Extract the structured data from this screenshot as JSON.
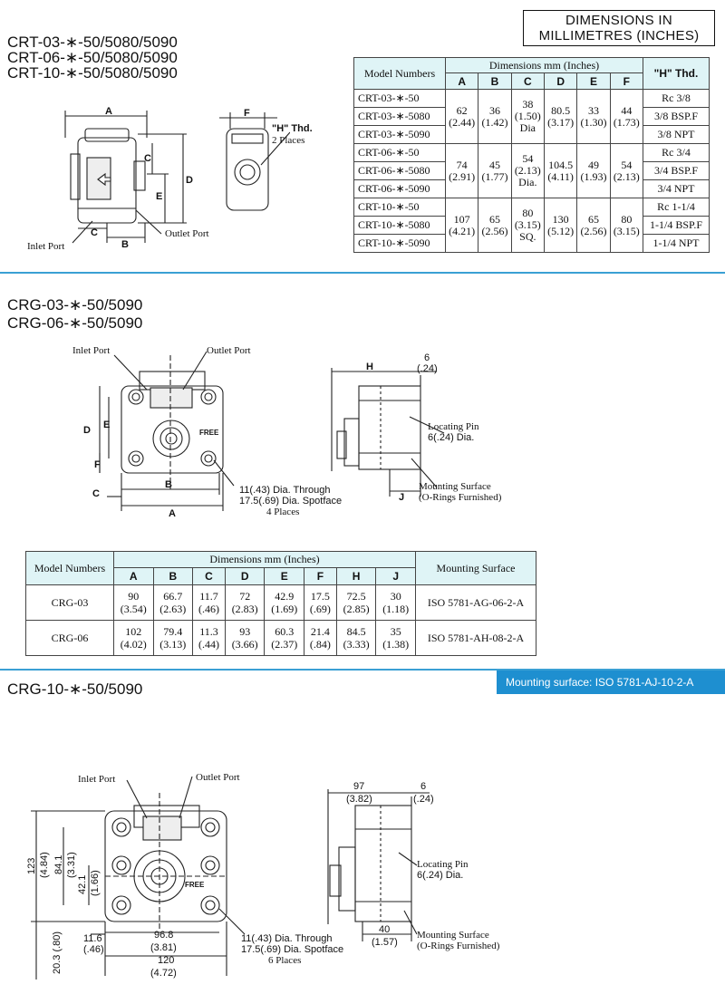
{
  "section1": {
    "models": [
      "CRT-03-∗-50/5080/5090",
      "CRT-06-∗-50/5080/5090",
      "CRT-10-∗-50/5080/5090"
    ],
    "dimensions_box": [
      "DIMENSIONS IN",
      "MILLIMETRES (INCHES)"
    ],
    "drawing_labels": {
      "a": "A",
      "b": "B",
      "c": "C",
      "d": "D",
      "e": "E",
      "f": "F",
      "h_thd": "\"H\" Thd.",
      "h_places": "2 Places",
      "inlet": "Inlet Port",
      "outlet": "Outlet Port"
    },
    "table": {
      "col_model": "Model Numbers",
      "col_dims": "Dimensions mm (Inches)",
      "col_h": "\"H\" Thd.",
      "letters": [
        "A",
        "B",
        "C",
        "D",
        "E",
        "F"
      ],
      "groups": [
        {
          "models": [
            "CRT-03-∗-50",
            "CRT-03-∗-5080",
            "CRT-03-∗-5090"
          ],
          "values": [
            [
              "62",
              "(2.44)"
            ],
            [
              "36",
              "(1.42)"
            ],
            [
              "38",
              "(1.50)",
              "Dia"
            ],
            [
              "80.5",
              "(3.17)"
            ],
            [
              "33",
              "(1.30)"
            ],
            [
              "44",
              "(1.73)"
            ]
          ],
          "threads": [
            "Rc 3/8",
            "3/8 BSP.F",
            "3/8 NPT"
          ]
        },
        {
          "models": [
            "CRT-06-∗-50",
            "CRT-06-∗-5080",
            "CRT-06-∗-5090"
          ],
          "values": [
            [
              "74",
              "(2.91)"
            ],
            [
              "45",
              "(1.77)"
            ],
            [
              "54",
              "(2.13)",
              "Dia."
            ],
            [
              "104.5",
              "(4.11)"
            ],
            [
              "49",
              "(1.93)"
            ],
            [
              "54",
              "(2.13)"
            ]
          ],
          "threads": [
            "Rc 3/4",
            "3/4 BSP.F",
            "3/4 NPT"
          ]
        },
        {
          "models": [
            "CRT-10-∗-50",
            "CRT-10-∗-5080",
            "CRT-10-∗-5090"
          ],
          "values": [
            [
              "107",
              "(4.21)"
            ],
            [
              "65",
              "(2.56)"
            ],
            [
              "80",
              "(3.15)",
              "SQ."
            ],
            [
              "130",
              "(5.12)"
            ],
            [
              "65",
              "(2.56)"
            ],
            [
              "80",
              "(3.15)"
            ]
          ],
          "threads": [
            "Rc 1-1/4",
            "1-1/4 BSP.F",
            "1-1/4 NPT"
          ]
        }
      ]
    }
  },
  "section2": {
    "models": [
      "CRG-03-∗-50/5090",
      "CRG-06-∗-50/5090"
    ],
    "drawing_labels": {
      "inlet": "Inlet Port",
      "outlet": "Outlet Port",
      "h": "H",
      "six": "6",
      "six_in": "(.24)",
      "locating1": "Locating Pin",
      "locating2": "6(.24) Dia.",
      "mount1": "Mounting Surface",
      "mount2": "(O-Rings Furnished)",
      "hole1": "11(.43) Dia. Through",
      "hole2": "17.5(.69) Dia. Spotface",
      "hole3": "4 Places",
      "d": "D",
      "e": "E",
      "f": "F",
      "c": "C",
      "b": "B",
      "a": "A",
      "j": "J",
      "free": "FREE"
    },
    "table": {
      "col_model": "Model Numbers",
      "col_dims": "Dimensions mm (Inches)",
      "col_mount": "Mounting Surface",
      "letters": [
        "A",
        "B",
        "C",
        "D",
        "E",
        "F",
        "H",
        "J"
      ],
      "rows": [
        {
          "model": "CRG-03",
          "values": [
            [
              "90",
              "(3.54)"
            ],
            [
              "66.7",
              "(2.63)"
            ],
            [
              "11.7",
              "(.46)"
            ],
            [
              "72",
              "(2.83)"
            ],
            [
              "42.9",
              "(1.69)"
            ],
            [
              "17.5",
              "(.69)"
            ],
            [
              "72.5",
              "(2.85)"
            ],
            [
              "30",
              "(1.18)"
            ]
          ],
          "mount": "ISO 5781-AG-06-2-A"
        },
        {
          "model": "CRG-06",
          "values": [
            [
              "102",
              "(4.02)"
            ],
            [
              "79.4",
              "(3.13)"
            ],
            [
              "11.3",
              "(.44)"
            ],
            [
              "93",
              "(3.66)"
            ],
            [
              "60.3",
              "(2.37)"
            ],
            [
              "21.4",
              "(.84)"
            ],
            [
              "84.5",
              "(3.33)"
            ],
            [
              "35",
              "(1.38)"
            ]
          ],
          "mount": "ISO 5781-AH-08-2-A"
        }
      ]
    }
  },
  "section3": {
    "model": "CRG-10-∗-50/5090",
    "banner": "Mounting surface: ISO 5781-AJ-10-2-A",
    "drawing_labels": {
      "inlet": "Inlet Port",
      "outlet": "Outlet Port",
      "d123": "123",
      "d123in": "(4.84)",
      "d84": "84.1",
      "d84in": "(3.31)",
      "d42": "42.1",
      "d42in": "(1.66)",
      "d20": "20.3 (.80)",
      "d11": "11.6",
      "d11in": "(.46)",
      "d96": "96.8",
      "d96in": "(3.81)",
      "d120": "120",
      "d120in": "(4.72)",
      "hole1": "11(.43) Dia. Through",
      "hole2": "17.5(.69) Dia. Spotface",
      "hole3": "6 Places",
      "d97": "97",
      "d97in": "(3.82)",
      "six": "6",
      "six_in": "(.24)",
      "locating1": "Locating Pin",
      "locating2": "6(.24) Dia.",
      "d40": "40",
      "d40in": "(1.57)",
      "mount1": "Mounting Surface",
      "mount2": "(O-Rings Furnished)",
      "free": "FREE"
    }
  },
  "colors": {
    "accent": "#3aa0d4",
    "banner": "#1e8fd0",
    "table_header": "#dff4f6"
  }
}
